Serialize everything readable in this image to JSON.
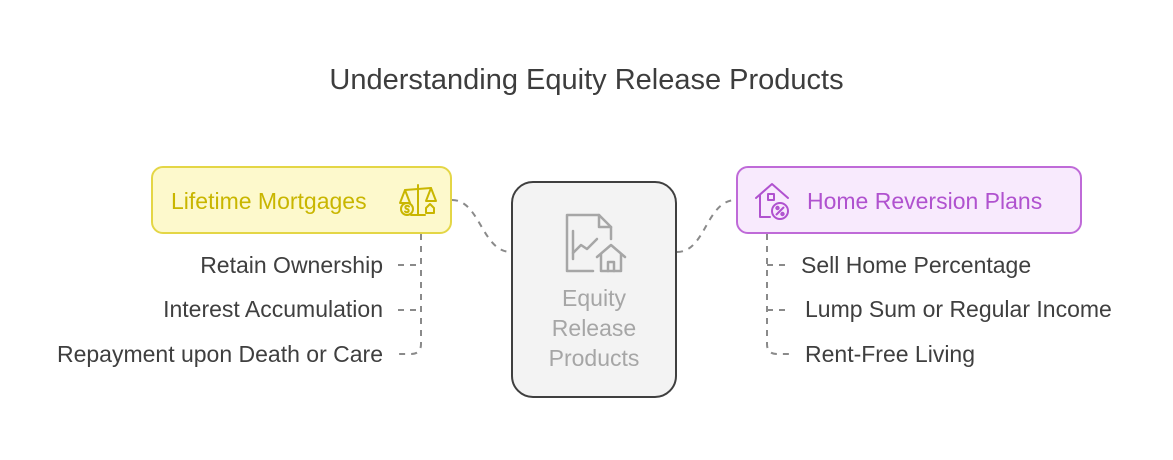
{
  "title": "Understanding Equity Release Products",
  "center": {
    "label": "Equity\nRelease\nProducts",
    "icon": "document-chart-house-icon"
  },
  "left_branch": {
    "label": "Lifetime Mortgages",
    "icon": "scales-money-house-icon",
    "items": [
      "Retain Ownership",
      "Interest Accumulation",
      "Repayment upon Death or Care"
    ]
  },
  "right_branch": {
    "label": "Home Reversion Plans",
    "icon": "house-percent-icon",
    "items": [
      "Sell Home Percentage",
      "Lump Sum or Regular Income",
      "Rent-Free Living"
    ]
  },
  "colors": {
    "left_fill": "#fdf9cc",
    "left_border": "#e4d646",
    "left_text": "#c9b600",
    "right_fill": "#f8eafd",
    "right_border": "#bf6ad8",
    "right_text": "#b052cf",
    "center_fill": "#f3f3f3",
    "center_border": "#3f3f3f",
    "center_text": "#a6a6a6",
    "connector": "#8a8a8a"
  }
}
